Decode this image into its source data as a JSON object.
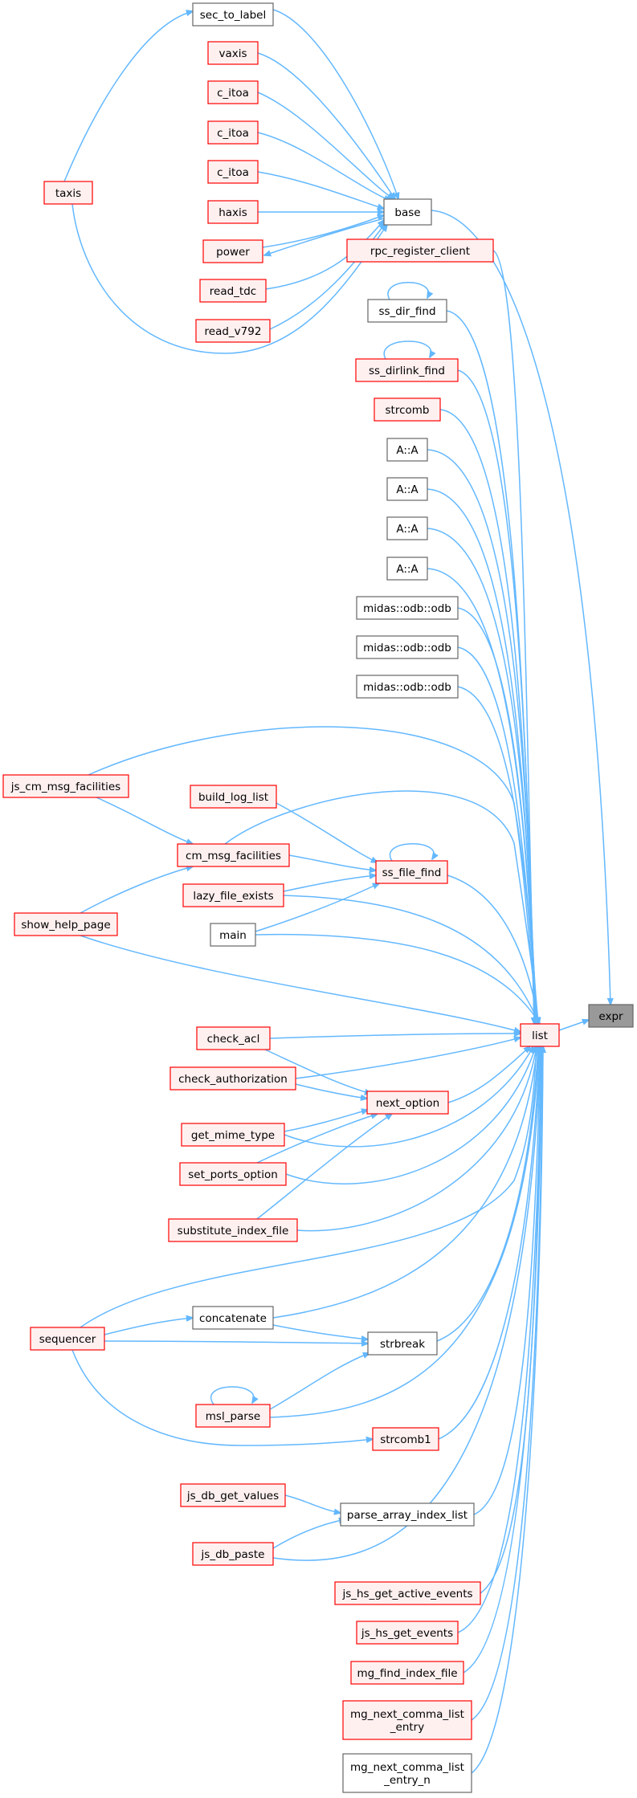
{
  "nodes": {
    "sec_to_label": {
      "lines": [
        "sec_to_label"
      ],
      "style": "plain"
    },
    "vaxis": {
      "lines": [
        "vaxis"
      ],
      "style": "red"
    },
    "c_itoa_1": {
      "lines": [
        "c_itoa"
      ],
      "style": "red"
    },
    "c_itoa_2": {
      "lines": [
        "c_itoa"
      ],
      "style": "red"
    },
    "c_itoa_3": {
      "lines": [
        "c_itoa"
      ],
      "style": "red"
    },
    "taxis": {
      "lines": [
        "taxis"
      ],
      "style": "red"
    },
    "haxis": {
      "lines": [
        "haxis"
      ],
      "style": "red"
    },
    "power": {
      "lines": [
        "power"
      ],
      "style": "red"
    },
    "read_tdc": {
      "lines": [
        "read_tdc"
      ],
      "style": "red"
    },
    "read_v792": {
      "lines": [
        "read_v792"
      ],
      "style": "red"
    },
    "base": {
      "lines": [
        "base"
      ],
      "style": "plain"
    },
    "rpc_register_client": {
      "lines": [
        "rpc_register_client"
      ],
      "style": "red"
    },
    "ss_dir_find": {
      "lines": [
        "ss_dir_find"
      ],
      "style": "plain"
    },
    "ss_dirlink_find": {
      "lines": [
        "ss_dirlink_find"
      ],
      "style": "red"
    },
    "strcomb": {
      "lines": [
        "strcomb"
      ],
      "style": "red"
    },
    "A_A_1": {
      "lines": [
        "A::A"
      ],
      "style": "plain"
    },
    "A_A_2": {
      "lines": [
        "A::A"
      ],
      "style": "plain"
    },
    "A_A_3": {
      "lines": [
        "A::A"
      ],
      "style": "plain"
    },
    "A_A_4": {
      "lines": [
        "A::A"
      ],
      "style": "plain"
    },
    "midas_odb_1": {
      "lines": [
        "midas::odb::odb"
      ],
      "style": "plain"
    },
    "midas_odb_2": {
      "lines": [
        "midas::odb::odb"
      ],
      "style": "plain"
    },
    "midas_odb_3": {
      "lines": [
        "midas::odb::odb"
      ],
      "style": "plain"
    },
    "js_cm_msg_facilities": {
      "lines": [
        "js_cm_msg_facilities"
      ],
      "style": "red"
    },
    "build_log_list": {
      "lines": [
        "build_log_list"
      ],
      "style": "red"
    },
    "cm_msg_facilities": {
      "lines": [
        "cm_msg_facilities"
      ],
      "style": "red"
    },
    "ss_file_find": {
      "lines": [
        "ss_file_find"
      ],
      "style": "red"
    },
    "lazy_file_exists": {
      "lines": [
        "lazy_file_exists"
      ],
      "style": "red"
    },
    "show_help_page": {
      "lines": [
        "show_help_page"
      ],
      "style": "red"
    },
    "main": {
      "lines": [
        "main"
      ],
      "style": "plain"
    },
    "list": {
      "lines": [
        "list"
      ],
      "style": "red"
    },
    "expr": {
      "lines": [
        "expr"
      ],
      "style": "focus"
    },
    "check_acl": {
      "lines": [
        "check_acl"
      ],
      "style": "red"
    },
    "check_authorization": {
      "lines": [
        "check_authorization"
      ],
      "style": "red"
    },
    "next_option": {
      "lines": [
        "next_option"
      ],
      "style": "red"
    },
    "get_mime_type": {
      "lines": [
        "get_mime_type"
      ],
      "style": "red"
    },
    "set_ports_option": {
      "lines": [
        "set_ports_option"
      ],
      "style": "red"
    },
    "substitute_index_file": {
      "lines": [
        "substitute_index_file"
      ],
      "style": "red"
    },
    "concatenate": {
      "lines": [
        "concatenate"
      ],
      "style": "plain"
    },
    "sequencer": {
      "lines": [
        "sequencer"
      ],
      "style": "red"
    },
    "strbreak": {
      "lines": [
        "strbreak"
      ],
      "style": "plain"
    },
    "msl_parse": {
      "lines": [
        "msl_parse"
      ],
      "style": "red"
    },
    "strcomb1": {
      "lines": [
        "strcomb1"
      ],
      "style": "red"
    },
    "js_db_get_values": {
      "lines": [
        "js_db_get_values"
      ],
      "style": "red"
    },
    "parse_array_index_list": {
      "lines": [
        "parse_array_index_list"
      ],
      "style": "plain"
    },
    "js_db_paste": {
      "lines": [
        "js_db_paste"
      ],
      "style": "red"
    },
    "js_hs_get_active_events": {
      "lines": [
        "js_hs_get_active_events"
      ],
      "style": "red"
    },
    "js_hs_get_events": {
      "lines": [
        "js_hs_get_events"
      ],
      "style": "red"
    },
    "mg_find_index_file": {
      "lines": [
        "mg_find_index_file"
      ],
      "style": "red"
    },
    "mg_next_comma_list_entry": {
      "lines": [
        "mg_next_comma_list",
        "_entry"
      ],
      "style": "red"
    },
    "mg_next_comma_list_entry_n": {
      "lines": [
        "mg_next_comma_list",
        "_entry_n"
      ],
      "style": "plain"
    }
  },
  "edges": [
    [
      "list",
      "expr"
    ],
    [
      "base",
      "expr"
    ],
    [
      "sec_to_label",
      "base"
    ],
    [
      "vaxis",
      "base"
    ],
    [
      "c_itoa_1",
      "base"
    ],
    [
      "c_itoa_2",
      "base"
    ],
    [
      "c_itoa_3",
      "base"
    ],
    [
      "haxis",
      "base"
    ],
    [
      "power",
      "base"
    ],
    [
      "read_tdc",
      "base"
    ],
    [
      "read_v792",
      "base"
    ],
    [
      "taxis",
      "base"
    ],
    [
      "base",
      "power"
    ],
    [
      "taxis",
      "sec_to_label"
    ],
    [
      "rpc_register_client",
      "list"
    ],
    [
      "ss_dir_find",
      "list"
    ],
    [
      "ss_dirlink_find",
      "list"
    ],
    [
      "strcomb",
      "list"
    ],
    [
      "A_A_1",
      "list"
    ],
    [
      "A_A_2",
      "list"
    ],
    [
      "A_A_3",
      "list"
    ],
    [
      "A_A_4",
      "list"
    ],
    [
      "midas_odb_1",
      "list"
    ],
    [
      "midas_odb_2",
      "list"
    ],
    [
      "midas_odb_3",
      "list"
    ],
    [
      "js_cm_msg_facilities",
      "list"
    ],
    [
      "cm_msg_facilities",
      "list"
    ],
    [
      "ss_file_find",
      "list"
    ],
    [
      "lazy_file_exists",
      "list"
    ],
    [
      "main",
      "list"
    ],
    [
      "show_help_page",
      "list"
    ],
    [
      "check_acl",
      "list"
    ],
    [
      "check_authorization",
      "list"
    ],
    [
      "next_option",
      "list"
    ],
    [
      "get_mime_type",
      "list"
    ],
    [
      "set_ports_option",
      "list"
    ],
    [
      "substitute_index_file",
      "list"
    ],
    [
      "sequencer",
      "list"
    ],
    [
      "concatenate",
      "list"
    ],
    [
      "strbreak",
      "list"
    ],
    [
      "msl_parse",
      "list"
    ],
    [
      "strcomb1",
      "list"
    ],
    [
      "parse_array_index_list",
      "list"
    ],
    [
      "js_db_paste",
      "list"
    ],
    [
      "js_hs_get_active_events",
      "list"
    ],
    [
      "js_hs_get_events",
      "list"
    ],
    [
      "mg_find_index_file",
      "list"
    ],
    [
      "mg_next_comma_list_entry",
      "list"
    ],
    [
      "mg_next_comma_list_entry_n",
      "list"
    ],
    [
      "ss_dir_find",
      "ss_dir_find"
    ],
    [
      "ss_dirlink_find",
      "ss_dirlink_find"
    ],
    [
      "ss_file_find",
      "ss_file_find"
    ],
    [
      "build_log_list",
      "ss_file_find"
    ],
    [
      "cm_msg_facilities",
      "ss_file_find"
    ],
    [
      "lazy_file_exists",
      "ss_file_find"
    ],
    [
      "main",
      "ss_file_find"
    ],
    [
      "js_cm_msg_facilities",
      "cm_msg_facilities"
    ],
    [
      "show_help_page",
      "cm_msg_facilities"
    ],
    [
      "check_acl",
      "next_option"
    ],
    [
      "check_authorization",
      "next_option"
    ],
    [
      "get_mime_type",
      "next_option"
    ],
    [
      "set_ports_option",
      "next_option"
    ],
    [
      "substitute_index_file",
      "next_option"
    ],
    [
      "sequencer",
      "concatenate"
    ],
    [
      "sequencer",
      "strbreak"
    ],
    [
      "concatenate",
      "strbreak"
    ],
    [
      "msl_parse",
      "strbreak"
    ],
    [
      "msl_parse",
      "msl_parse"
    ],
    [
      "sequencer",
      "strcomb1"
    ],
    [
      "js_db_get_values",
      "parse_array_index_list"
    ],
    [
      "js_db_paste",
      "parse_array_index_list"
    ]
  ],
  "colors": {
    "edge": "#63b8ff",
    "plain_fill": "#ffffff",
    "plain_stroke": "#666666",
    "red_fill": "#fff0f0",
    "red_stroke": "#ff0000",
    "focus_fill": "#999999",
    "focus_stroke": "#666666"
  }
}
